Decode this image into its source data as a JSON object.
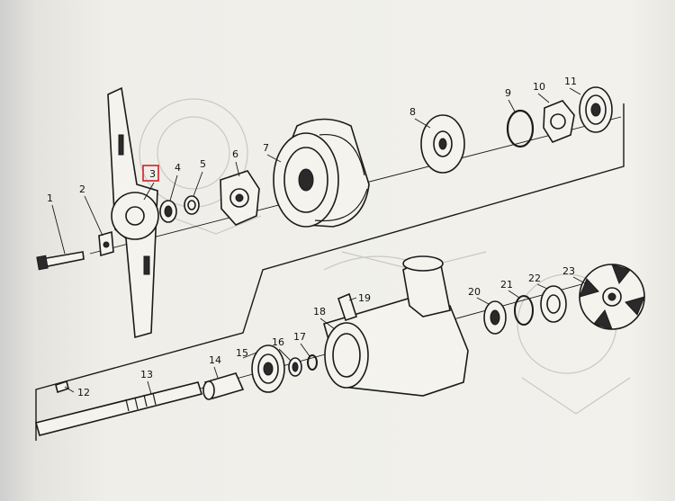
{
  "diagram": {
    "highlight_color": "#d0202a",
    "callouts": [
      {
        "id": "c1",
        "label": "1"
      },
      {
        "id": "c2",
        "label": "2"
      },
      {
        "id": "c3",
        "label": "3",
        "highlighted": true
      },
      {
        "id": "c4",
        "label": "4"
      },
      {
        "id": "c5",
        "label": "5"
      },
      {
        "id": "c6",
        "label": "6"
      },
      {
        "id": "c7",
        "label": "7"
      },
      {
        "id": "c8",
        "label": "8"
      },
      {
        "id": "c9",
        "label": "9"
      },
      {
        "id": "c10",
        "label": "10"
      },
      {
        "id": "c11",
        "label": "11"
      },
      {
        "id": "c12",
        "label": "12"
      },
      {
        "id": "c13",
        "label": "13"
      },
      {
        "id": "c14",
        "label": "14"
      },
      {
        "id": "c15",
        "label": "15"
      },
      {
        "id": "c16",
        "label": "16"
      },
      {
        "id": "c17",
        "label": "17"
      },
      {
        "id": "c18",
        "label": "18"
      },
      {
        "id": "c19",
        "label": "19"
      },
      {
        "id": "c20",
        "label": "20"
      },
      {
        "id": "c21",
        "label": "21"
      },
      {
        "id": "c22",
        "label": "22"
      },
      {
        "id": "c23",
        "label": "23"
      }
    ]
  }
}
